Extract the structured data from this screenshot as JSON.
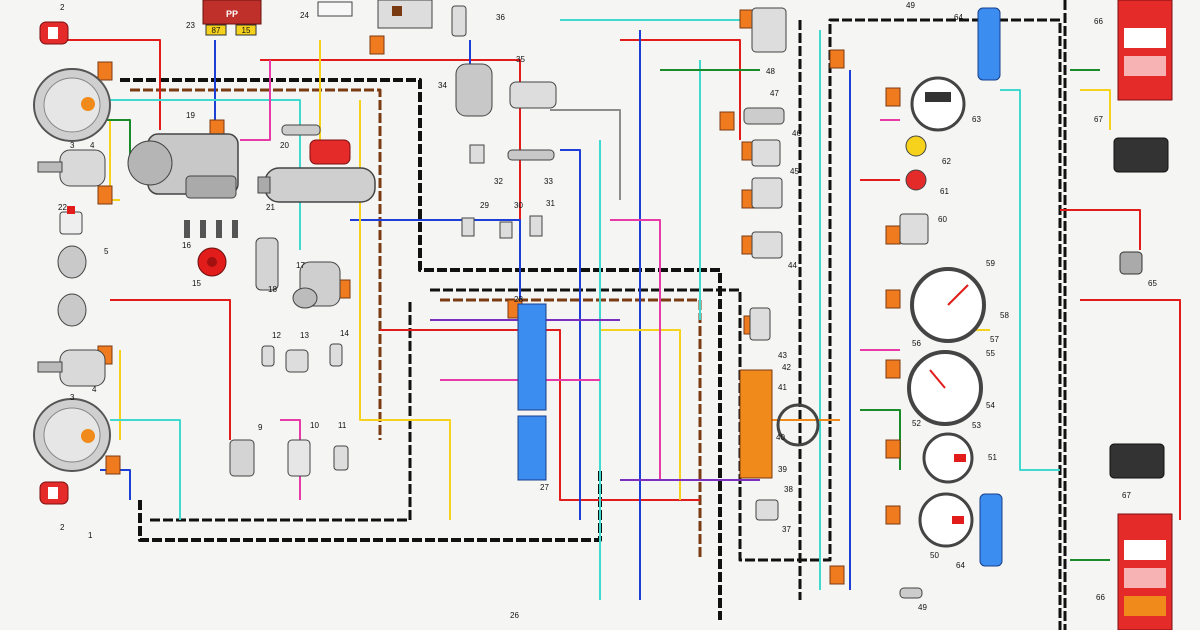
{
  "diagram": {
    "relay_label": "PP",
    "relay_pins": [
      "87",
      "15"
    ],
    "components": [
      {
        "id": "c1",
        "label": "1"
      },
      {
        "id": "c2a",
        "label": "2"
      },
      {
        "id": "c2b",
        "label": "2"
      },
      {
        "id": "c3a",
        "label": "3"
      },
      {
        "id": "c3b",
        "label": "3"
      },
      {
        "id": "c4a",
        "label": "4"
      },
      {
        "id": "c4b",
        "label": "4"
      },
      {
        "id": "c5",
        "label": "5"
      },
      {
        "id": "c9",
        "label": "9"
      },
      {
        "id": "c10",
        "label": "10"
      },
      {
        "id": "c11",
        "label": "11"
      },
      {
        "id": "c12",
        "label": "12"
      },
      {
        "id": "c13",
        "label": "13"
      },
      {
        "id": "c14",
        "label": "14"
      },
      {
        "id": "c15",
        "label": "15"
      },
      {
        "id": "c16",
        "label": "16"
      },
      {
        "id": "c17",
        "label": "17"
      },
      {
        "id": "c18",
        "label": "18"
      },
      {
        "id": "c19",
        "label": "19"
      },
      {
        "id": "c20",
        "label": "20"
      },
      {
        "id": "c21",
        "label": "21"
      },
      {
        "id": "c22",
        "label": "22"
      },
      {
        "id": "c23",
        "label": "23"
      },
      {
        "id": "c24",
        "label": "24"
      },
      {
        "id": "c26",
        "label": "26"
      },
      {
        "id": "c27",
        "label": "27"
      },
      {
        "id": "c28",
        "label": "28"
      },
      {
        "id": "c29",
        "label": "29"
      },
      {
        "id": "c30",
        "label": "30"
      },
      {
        "id": "c31",
        "label": "31"
      },
      {
        "id": "c32",
        "label": "32"
      },
      {
        "id": "c33",
        "label": "33"
      },
      {
        "id": "c34",
        "label": "34"
      },
      {
        "id": "c35",
        "label": "35"
      },
      {
        "id": "c36",
        "label": "36"
      },
      {
        "id": "c37",
        "label": "37"
      },
      {
        "id": "c38",
        "label": "38"
      },
      {
        "id": "c39",
        "label": "39"
      },
      {
        "id": "c40",
        "label": "40"
      },
      {
        "id": "c41",
        "label": "41"
      },
      {
        "id": "c42",
        "label": "42"
      },
      {
        "id": "c43",
        "label": "43"
      },
      {
        "id": "c44",
        "label": "44"
      },
      {
        "id": "c45",
        "label": "45"
      },
      {
        "id": "c46",
        "label": "46"
      },
      {
        "id": "c47",
        "label": "47"
      },
      {
        "id": "c48",
        "label": "48"
      },
      {
        "id": "c49a",
        "label": "49"
      },
      {
        "id": "c49b",
        "label": "49"
      },
      {
        "id": "c50",
        "label": "50"
      },
      {
        "id": "c51",
        "label": "51"
      },
      {
        "id": "c52",
        "label": "52"
      },
      {
        "id": "c53",
        "label": "53"
      },
      {
        "id": "c54",
        "label": "54"
      },
      {
        "id": "c55",
        "label": "55"
      },
      {
        "id": "c56",
        "label": "56"
      },
      {
        "id": "c57",
        "label": "57"
      },
      {
        "id": "c58",
        "label": "58"
      },
      {
        "id": "c59",
        "label": "59"
      },
      {
        "id": "c60",
        "label": "60"
      },
      {
        "id": "c61",
        "label": "61"
      },
      {
        "id": "c62",
        "label": "62"
      },
      {
        "id": "c63",
        "label": "63"
      },
      {
        "id": "c64a",
        "label": "64"
      },
      {
        "id": "c64b",
        "label": "64"
      },
      {
        "id": "c65",
        "label": "65"
      },
      {
        "id": "c66a",
        "label": "66"
      },
      {
        "id": "c66b",
        "label": "66"
      },
      {
        "id": "c67a",
        "label": "67"
      },
      {
        "id": "c67b",
        "label": "67"
      }
    ],
    "colors": {
      "red": "#e21b1b",
      "blue": "#1d3fd6",
      "yellow": "#f6d21d",
      "green": "#1a8a2a",
      "cyan": "#3fd9d0",
      "pink": "#e83aa6",
      "orange": "#f08a1a",
      "brown": "#7a3b12",
      "black": "#111111",
      "violet": "#7b2fbf",
      "grey": "#8d8d8d",
      "white": "#ffffff",
      "fuse_block": "#3b8df0",
      "lamp_red": "#e52a2a",
      "connector": "#f07a1e"
    }
  }
}
